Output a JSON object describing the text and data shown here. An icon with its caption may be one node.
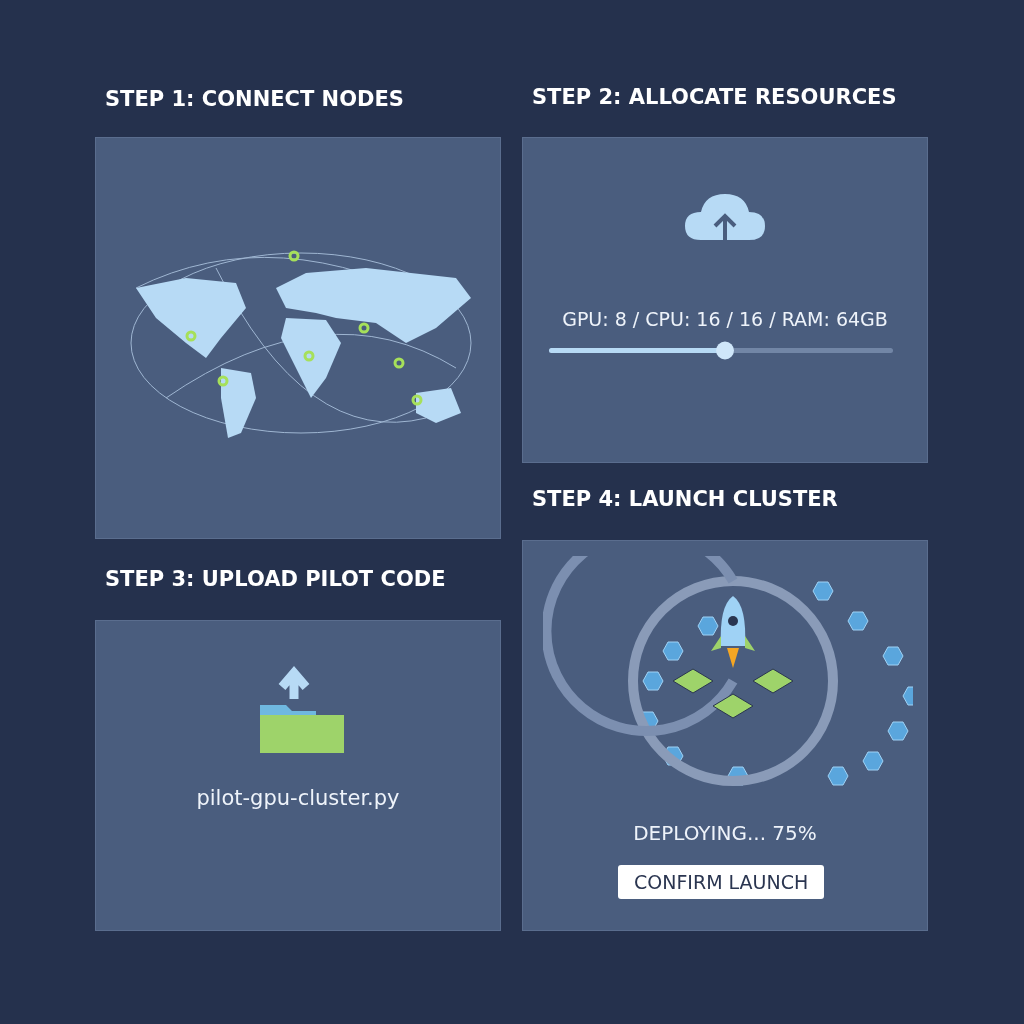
{
  "diagram": {
    "nodes": [
      {
        "text": [
          "STEP 1: CONNECT NODES"
        ]
      },
      {
        "text": [
          "STEP 2: ALLOCATE RESOURCES",
          "GPU: 8 / CPU: 16 / 16 / RAM: 64GB"
        ]
      },
      {
        "text": [
          "STEP 3: UPLOAD PILOT CODE",
          "pilot-gpu-cluster.py"
        ]
      },
      {
        "text": [
          "STEP 4: LAUNCH CLUSTER",
          "DEPLOYING... 75%",
          "CONFIRM LAUNCH"
        ]
      }
    ]
  }
}
